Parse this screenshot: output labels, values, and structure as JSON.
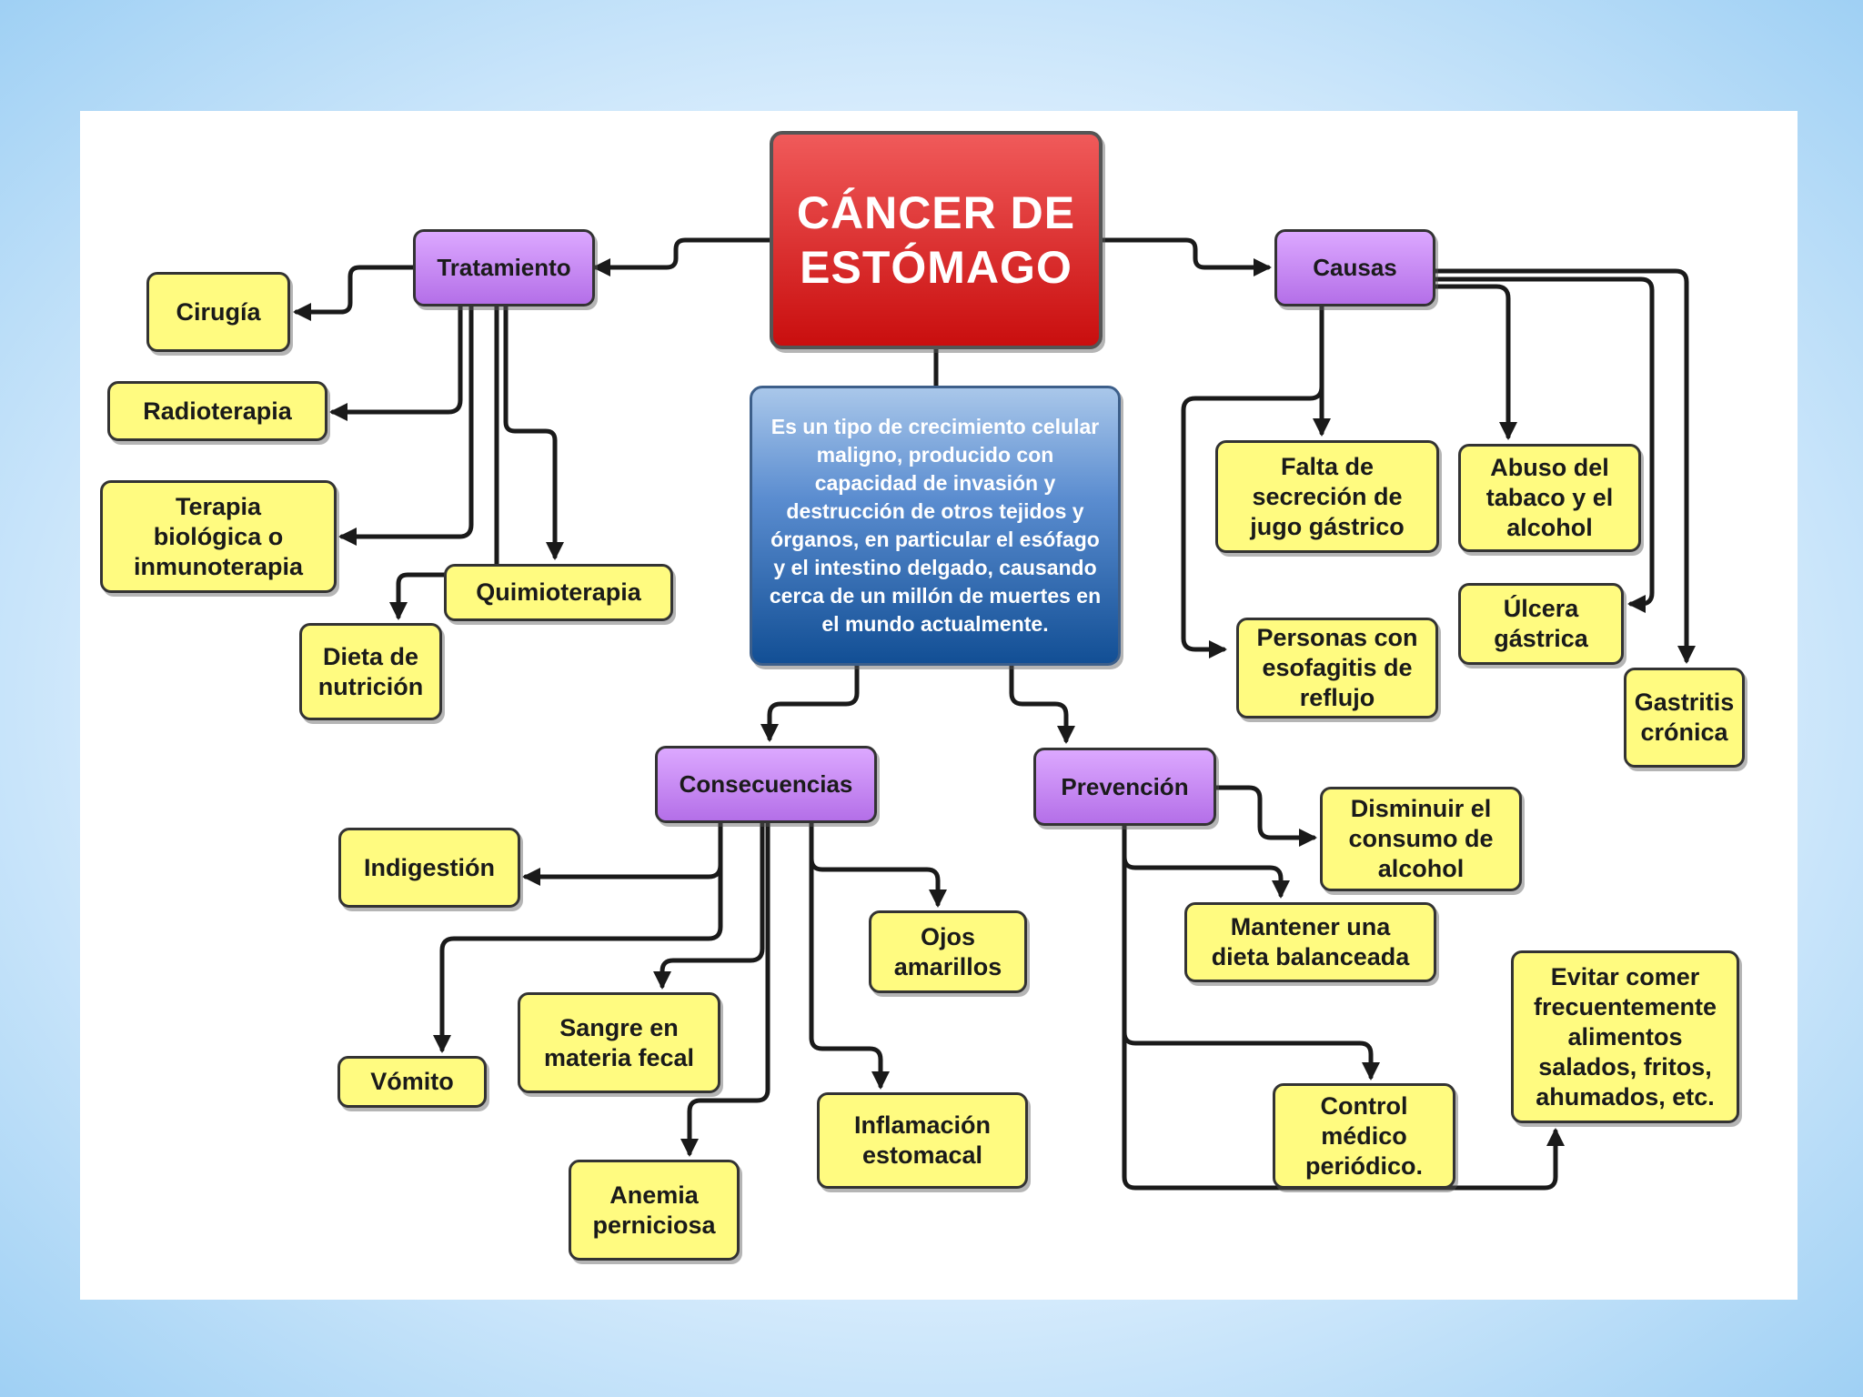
{
  "title": "CÁNCER DE\nESTÓMAGO",
  "definition": "Es un tipo de crecimiento celular maligno, producido con capacidad de invasión y destrucción de otros tejidos y órganos, en particular el esófago y el intestino delgado, causando cerca de un millón de muertes en el mundo actualmente.",
  "tratamiento": {
    "label": "Tratamiento",
    "items": [
      "Cirugía",
      "Radioterapia",
      "Terapia\nbiológica o\ninmunoterapia",
      "Dieta de\nnutrición",
      "Quimioterapia"
    ]
  },
  "causas": {
    "label": "Causas",
    "items": [
      "Falta de\nsecreción de\njugo gástrico",
      "Abuso del\ntabaco y el\nalcohol",
      "Personas con\nesofagitis de\nreflujo",
      "Úlcera\ngástrica",
      "Gastritis\ncrónica"
    ]
  },
  "consecuencias": {
    "label": "Consecuencias",
    "items": [
      "Indigestión",
      "Ojos\namarillos",
      "Sangre en\nmateria fecal",
      "Vómito",
      "Anemia\nperniciosa",
      "Inflamación\nestomacal"
    ]
  },
  "prevencion": {
    "label": "Prevención",
    "items": [
      "Disminuir el\nconsumo de\nalcohol",
      "Mantener una\ndieta balanceada",
      "Control\nmédico\nperiódico.",
      "Evitar comer\nfrecuentemente\nalimentos\nsalados, fritos,\nahumados, etc."
    ]
  },
  "colors": {
    "title_box": "#d81c1c",
    "definition_box": "#1e5fa8",
    "category_box": "#c585f5",
    "leaf_box": "#fffb80",
    "connector": "#1a1a1a",
    "background": "#a9d6f5"
  }
}
